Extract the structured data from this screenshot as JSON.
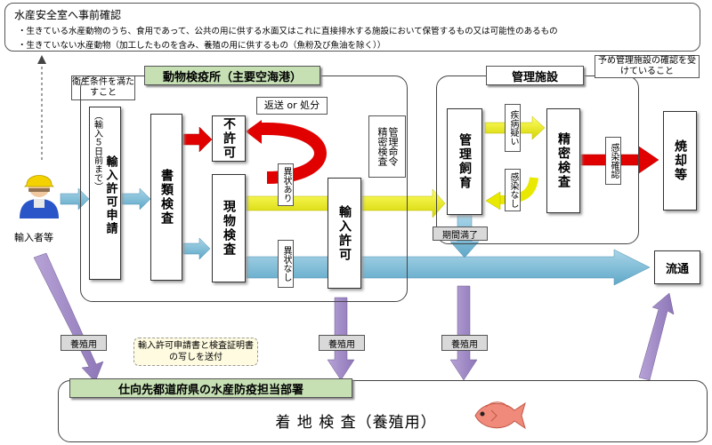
{
  "header": {
    "title": "水産安全室へ事前確認",
    "line1": "・生きている水産動物のうち、食用であって、公共の用に供する水面又はこれに直接排水する施設において保管するもの又は可能性のあるもの",
    "line2": "・生きていない水産動物（加工したものを含み、養殖の用に供するもの（魚粉及び魚油を除く））"
  },
  "importer": {
    "label": "輸入者等"
  },
  "callouts": {
    "hygiene": "衛生条件を満たすこと",
    "return": "返送 or 処分",
    "prior_confirm": "予め管理施設の確認を受けていること",
    "send_docs": "輸入許可申請書と検査証明書の写しを送付"
  },
  "quarantine_station": {
    "title": "動物検疫所（主要空海港）"
  },
  "management_facility": {
    "title": "管理施設"
  },
  "steps": {
    "application": "輸入許可申請",
    "application_note": "（輸入５日前まで）",
    "document_check": "書類検査",
    "not_permitted": "不許可",
    "physical_check": "現物検査",
    "import_permit": "輸入許可",
    "management_breeding": "管理飼育",
    "detailed_check": "精密検査",
    "incineration": "焼却等",
    "distribution": "流通"
  },
  "branch_labels": {
    "abnormal": "異状あり",
    "normal": "異状なし",
    "management_order": "管理命令",
    "detailed_check_short": "精密検査",
    "disease_suspect": "疾病疑い",
    "not_infected": "感染なし",
    "infection_confirmed": "感染確認",
    "period_expired": "期間満了"
  },
  "aquaculture": {
    "label1": "養殖用",
    "label2": "養殖用",
    "label3": "養殖用"
  },
  "bottom": {
    "department": "仕向先都道府県の水産防疫担当部署",
    "landing_check": "着 地 検 査（養殖用）"
  }
}
